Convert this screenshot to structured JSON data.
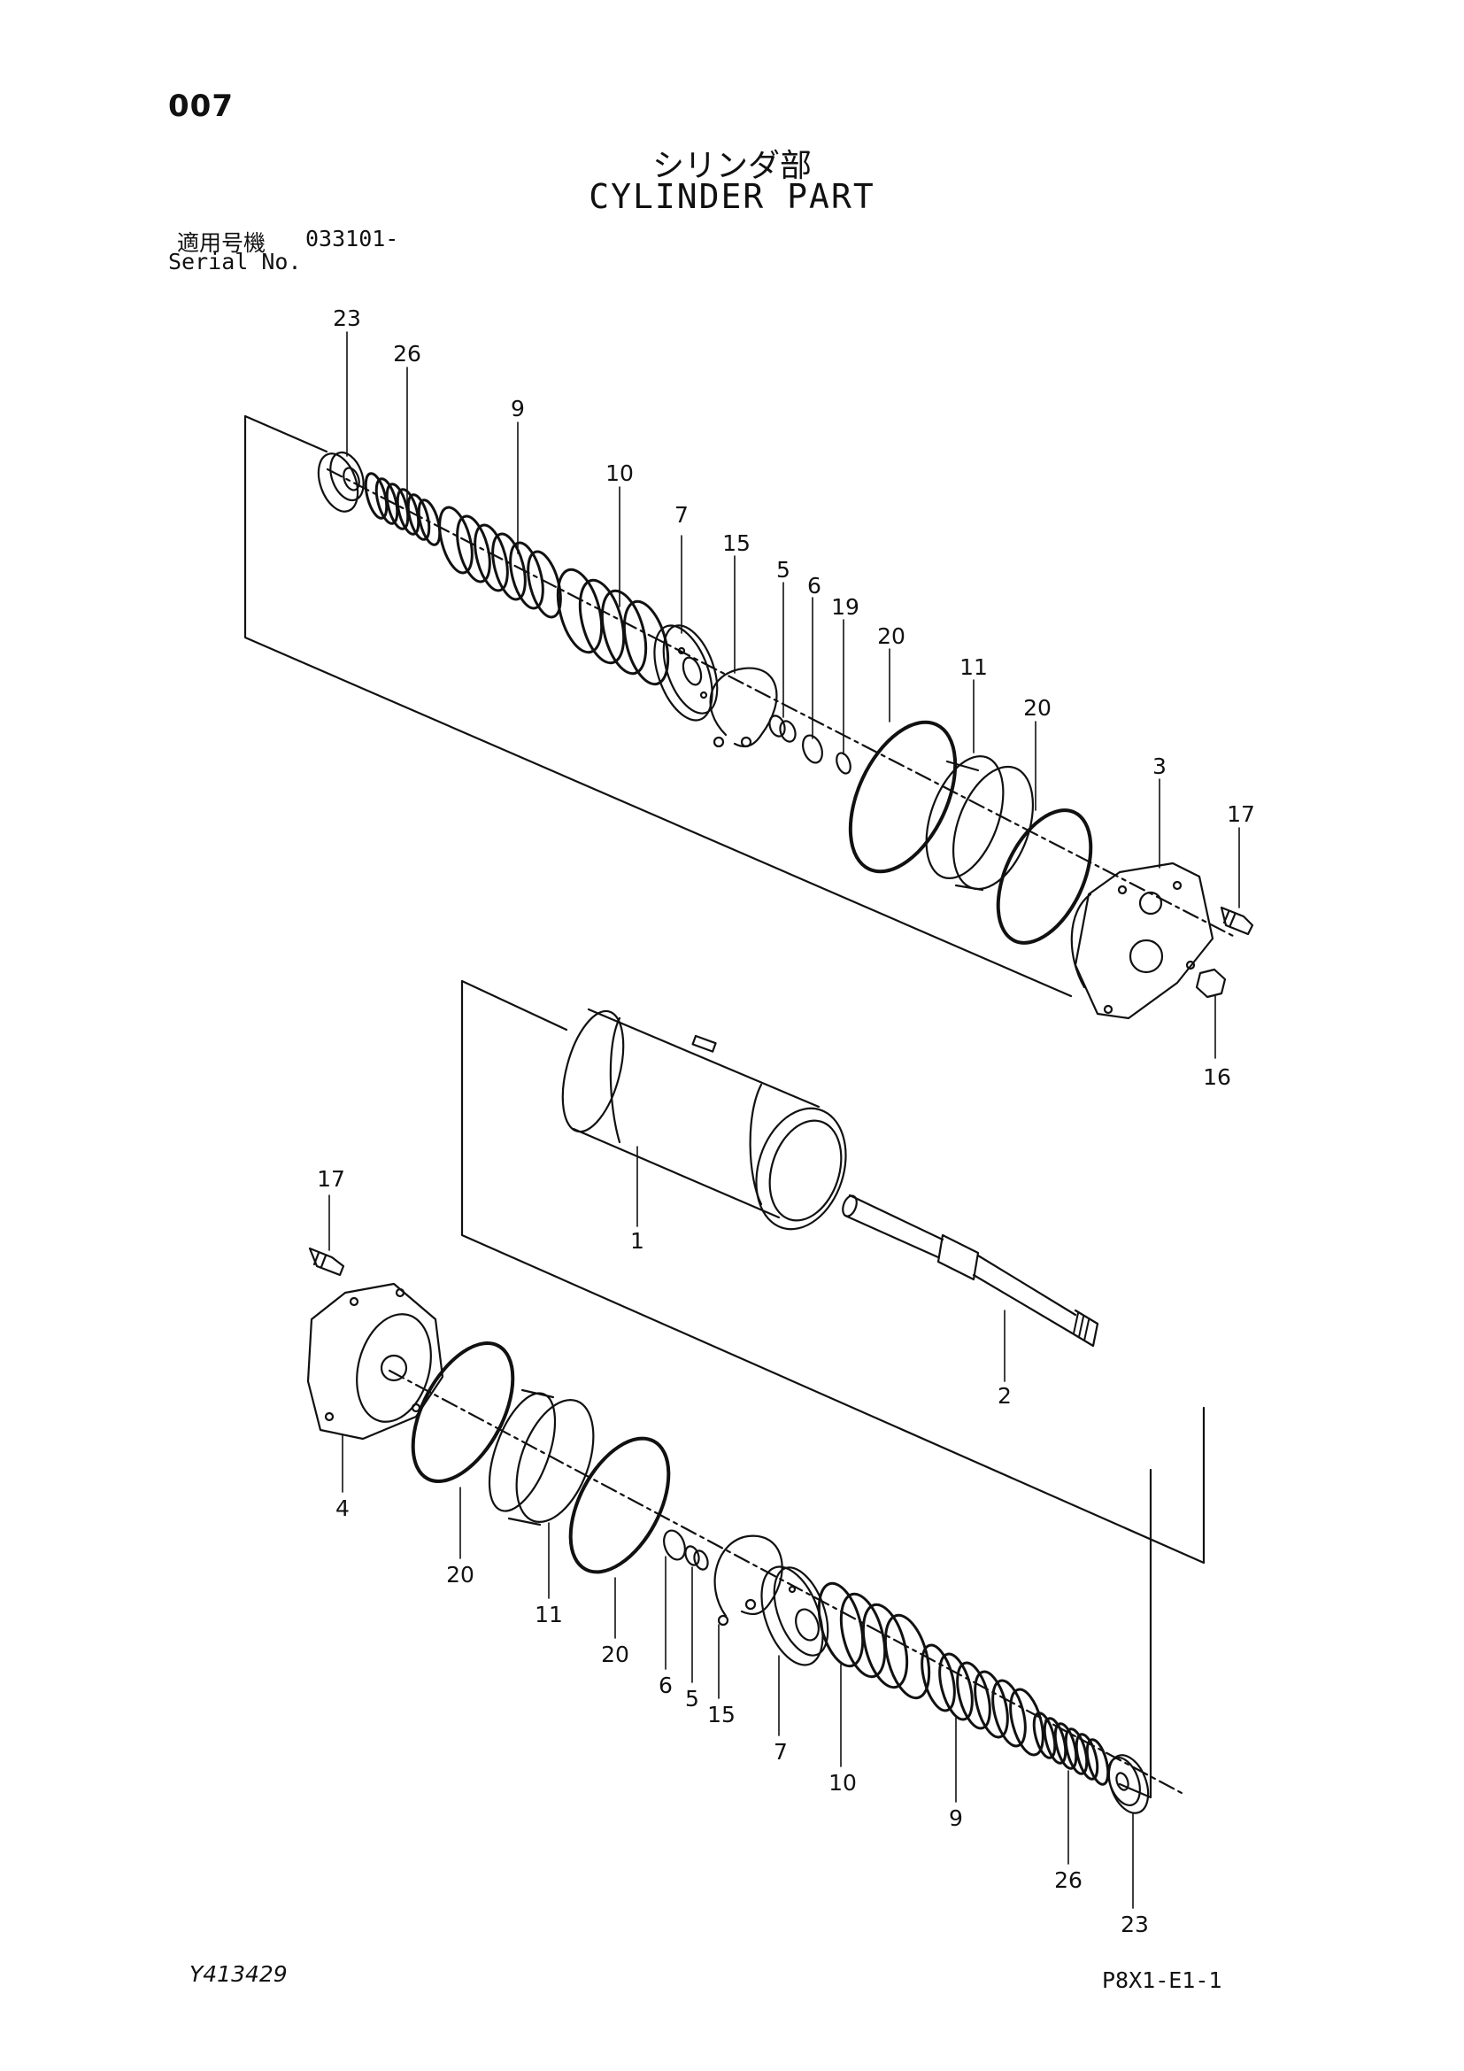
{
  "header": {
    "page_number": "007",
    "title_jp": "シリンダ部",
    "title_en": "CYLINDER PART",
    "serial_label_jp": "適用号機",
    "serial_value": "033101-",
    "serial_label_en": "Serial No."
  },
  "footer": {
    "drawing_code": "Y413429",
    "sheet_code": "P8X1-E1-1"
  },
  "callouts": {
    "upper": [
      "23",
      "26",
      "9",
      "10",
      "7",
      "15",
      "5",
      "6",
      "19",
      "20",
      "11",
      "20",
      "3",
      "17",
      "16"
    ],
    "middle": [
      "1",
      "2"
    ],
    "lower": [
      "17",
      "4",
      "20",
      "11",
      "20",
      "6",
      "5",
      "15",
      "7",
      "10",
      "9",
      "26",
      "23"
    ]
  }
}
